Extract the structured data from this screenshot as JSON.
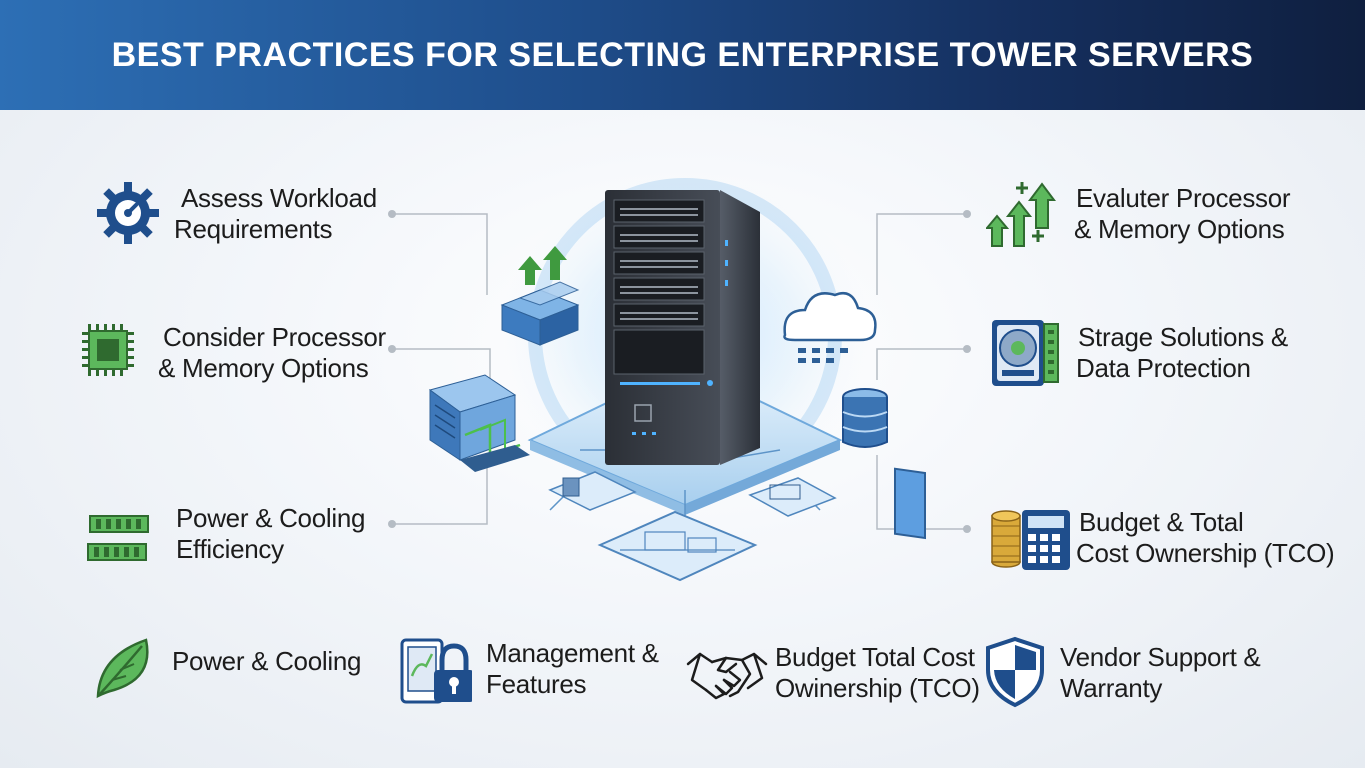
{
  "title": "BEST PRACTICES FOR SELECTING ENTERPRISE TOWER SERVERS",
  "left_items": [
    {
      "label_1": "Assess Workload",
      "label_2": "Requirements",
      "icon": "gear-gauge-icon"
    },
    {
      "label_1": "Consider Processor",
      "label_2": "& Memory Options",
      "icon": "cpu-chip-icon"
    },
    {
      "label_1": "Power & Cooling",
      "label_2": "Efficiency",
      "icon": "memory-module-icon"
    }
  ],
  "right_items": [
    {
      "label_1": "Evaluter Processor",
      "label_2": "& Memory Options",
      "icon": "growth-arrows-icon"
    },
    {
      "label_1": "Strage Solutions &",
      "label_2": "Data Protection",
      "icon": "hard-drive-icon"
    },
    {
      "label_1": "Budget & Total",
      "label_2": "Cost Ownership (TCO)",
      "icon": "coins-calculator-icon"
    }
  ],
  "bottom_items": [
    {
      "label_1": "Power & Cooling",
      "label_2": "",
      "icon": "leaf-icon"
    },
    {
      "label_1": "Management &",
      "label_2": "Features",
      "icon": "tablet-lock-icon"
    },
    {
      "label_1": "Budget Total Cost",
      "label_2": "Owinership (TCO)",
      "icon": "handshake-icon"
    },
    {
      "label_1": "Vendor Support &",
      "label_2": "Warranty",
      "icon": "shield-icon"
    }
  ],
  "colors": {
    "banner_start": "#2d6fb5",
    "banner_end": "#0f1f3f",
    "icon_blue": "#1f4e8c",
    "icon_green": "#3f9a3f",
    "connector": "#b5bcc4"
  }
}
